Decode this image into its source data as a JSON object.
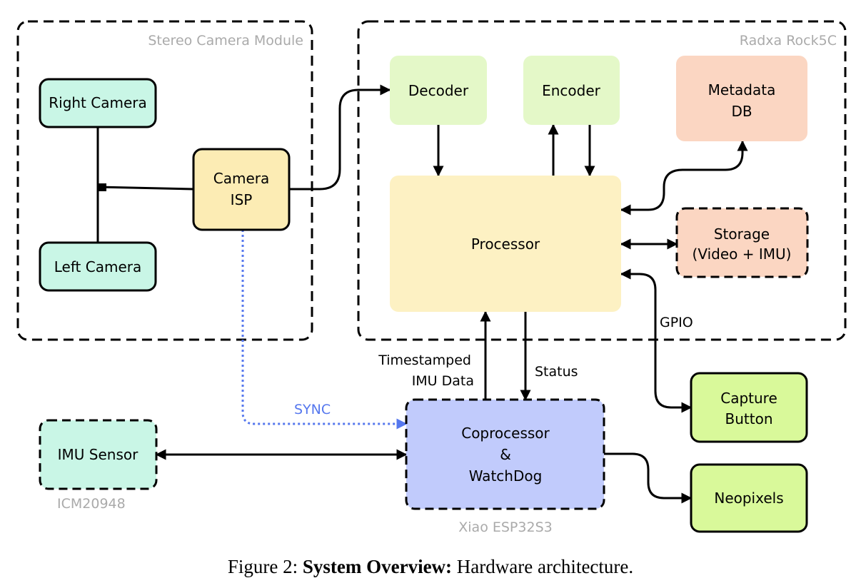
{
  "groups": {
    "stereo_module": "Stereo Camera Module",
    "rock5c": "Radxa Rock5C",
    "imu_part": "ICM20948",
    "xiao": "Xiao ESP32S3"
  },
  "blocks": {
    "right_camera": [
      "Right Camera"
    ],
    "left_camera": [
      "Left Camera"
    ],
    "camera_isp": [
      "Camera",
      "ISP"
    ],
    "decoder": [
      "Decoder"
    ],
    "encoder": [
      "Encoder"
    ],
    "metadata_db": [
      "Metadata",
      "DB"
    ],
    "processor": [
      "Processor"
    ],
    "storage": [
      "Storage",
      "(Video + IMU)"
    ],
    "imu_sensor": [
      "IMU Sensor"
    ],
    "coprocessor": [
      "Coprocessor",
      "&",
      "WatchDog"
    ],
    "capture_button": [
      "Capture",
      "Button"
    ],
    "neopixels": [
      "Neopixels"
    ]
  },
  "edge_labels": {
    "timestamped": [
      "Timestamped",
      "IMU Data"
    ],
    "status": "Status",
    "gpio": "GPIO",
    "sync": "SYNC"
  },
  "caption": {
    "prefix": "Figure 2: ",
    "bold": "System Overview:",
    "rest": " Hardware architecture."
  },
  "colors": {
    "camera_green": "#c9f6e6",
    "isp_yellow": "#fcecb4",
    "codec_green": "#e4f8c8",
    "salmon": "#fbd6c2",
    "processor_yellow": "#fdf1c3",
    "coproc_blue": "#c1cbfc",
    "lime": "#d9f99a",
    "sync_blue": "#5577ee",
    "label_gray": "#aaaaaa"
  }
}
